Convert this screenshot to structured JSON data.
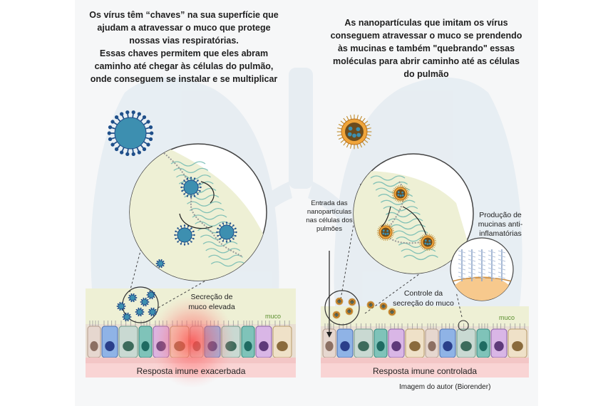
{
  "left": {
    "caption": [
      "Os vírus têm “chaves” na sua superfície que",
      "ajudam a atravessar o muco que protege",
      "nossas vias respiratórias.",
      "Essas chaves permitem que eles abram",
      "caminho até chegar às células do pulmão,",
      "onde conseguem se instalar e se multiplicar"
    ],
    "secretion_label": [
      "Secreção de",
      "muco elevada"
    ],
    "muco_label": "muco",
    "response_label": "Resposta imune exacerbada"
  },
  "right": {
    "caption": [
      "As nanopartículas que imitam os vírus",
      "conseguem atravessar o muco se prendendo",
      "às mucinas e também \"quebrando\" essas",
      "moléculas para abrir caminho até as células",
      "do pulmão"
    ],
    "entry_label": [
      "Entrada das",
      "nanopartículas",
      "nas células dos",
      "pulmões"
    ],
    "production_label": [
      "Produção de",
      "mucinas anti-",
      "inflamatórias"
    ],
    "control_label": [
      "Controle da",
      "secreção do muco"
    ],
    "muco_label": "muco",
    "response_label": "Resposta imune controlada"
  },
  "credit": "Imagem do autor (Biorender)",
  "colors": {
    "virus": "#3d8fb0",
    "spike": "#1f4f8a",
    "nanoparticle": "#6b4b1d",
    "mucus": "#eef0d5",
    "lung_watermark": "#e6ecf2",
    "inflammation": "#ff4d4d"
  }
}
